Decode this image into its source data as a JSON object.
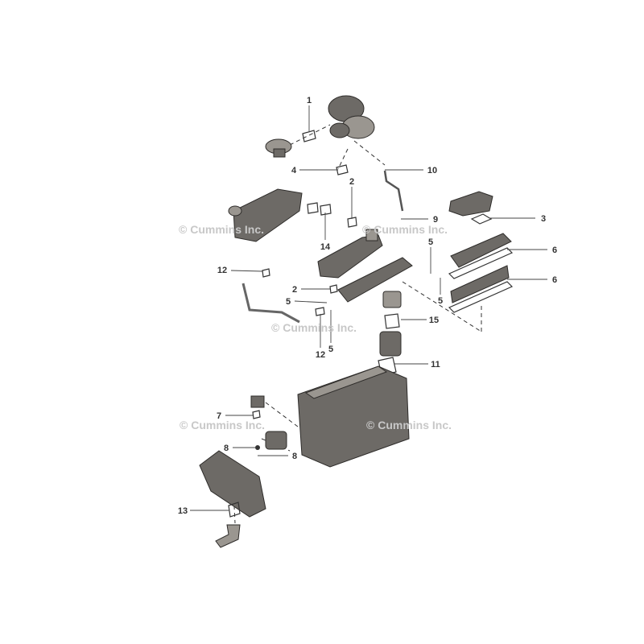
{
  "watermark": "© Cummins Inc.",
  "callouts": [
    "1",
    "4",
    "10",
    "2",
    "9",
    "3",
    "14",
    "5",
    "6",
    "6",
    "12",
    "2",
    "5",
    "5",
    "15",
    "12",
    "5",
    "11",
    "7",
    "8",
    "8",
    "13"
  ]
}
